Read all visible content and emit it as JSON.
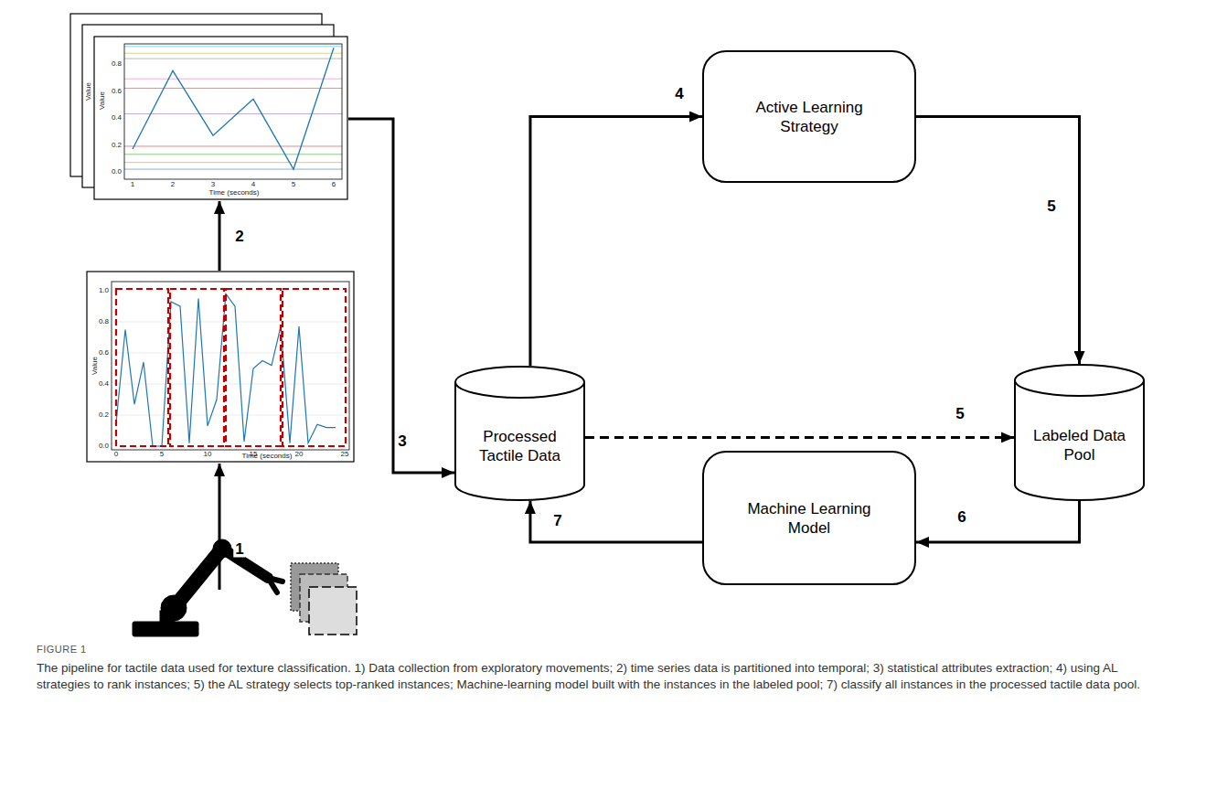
{
  "diagram": {
    "title": "FIGURE 1",
    "caption": "The pipeline for tactile data used for texture classification. 1) Data collection from exploratory movements; 2) time series data is partitioned into temporal; 3) statistical attributes extraction; 4) using AL strategies to rank instances; 5) the AL strategy selects top-ranked instances; Machine-learning model built with the instances in the labeled pool; 7) classify all instances in the processed tactile data pool.",
    "nodes": [
      {
        "text": [
          "Processed Tactile Data"
        ]
      },
      {
        "text": [
          "Active Learning Strategy"
        ]
      },
      {
        "text": [
          "Labeled Data Pool"
        ]
      },
      {
        "text": [
          "Machine Learning Model"
        ]
      }
    ],
    "edges": [
      {
        "from": 0,
        "to": 1,
        "label": "4",
        "arrow": "to"
      },
      {
        "from": 1,
        "to": 2,
        "label": "5",
        "arrow": "to"
      },
      {
        "from": 0,
        "to": 2,
        "label": "5",
        "arrow": "to"
      },
      {
        "from": 2,
        "to": 3,
        "label": "6",
        "arrow": "to"
      },
      {
        "from": 3,
        "to": 0,
        "label": "7",
        "arrow": "to"
      }
    ],
    "labels": [
      "1",
      "2",
      "3",
      "Value",
      "Value",
      "0.0",
      "0.2",
      "0.4",
      "0.6",
      "0.8",
      "1",
      "2",
      "3",
      "4",
      "5",
      "6",
      "Time (seconds)",
      "Value",
      "0.0",
      "0.2",
      "0.4",
      "0.6",
      "0.8",
      "1.0",
      "0",
      "5",
      "10",
      "15",
      "20",
      "25",
      "Time (seconds)"
    ]
  }
}
